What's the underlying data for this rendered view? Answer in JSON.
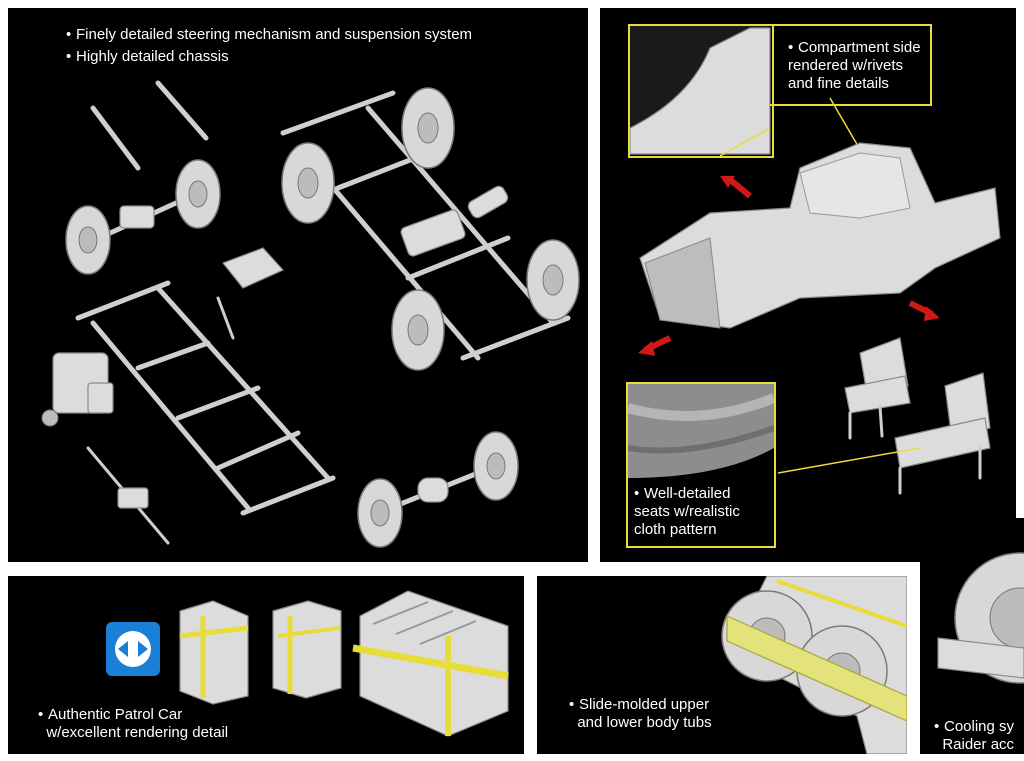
{
  "panels": {
    "chassis": {
      "bullet_1": "Finely detailed steering mechanism and suspension system",
      "bullet_2": "Highly detailed chassis"
    },
    "body": {
      "compartment_caption": "Compartment side\nrendered w/rivets\nand fine details",
      "seats_caption": "Well-detailed\nseats w/realistic\ncloth pattern"
    },
    "jerry_cans": {
      "caption": "Authentic Patrol Car\n  w/excellent rendering detail"
    },
    "tubs": {
      "caption": "Slide-molded upper\n  and lower body tubs"
    },
    "cooling": {
      "caption": "Cooling sy\n  Raider acc"
    }
  },
  "colors": {
    "panel_bg": "#000000",
    "highlight_box": "#e8dc3a",
    "arrow_red": "#d01818",
    "badge_blue": "#1a7fd6"
  },
  "icons": [
    "slide-mold-badge-icon",
    "red-arrow-icon"
  ]
}
